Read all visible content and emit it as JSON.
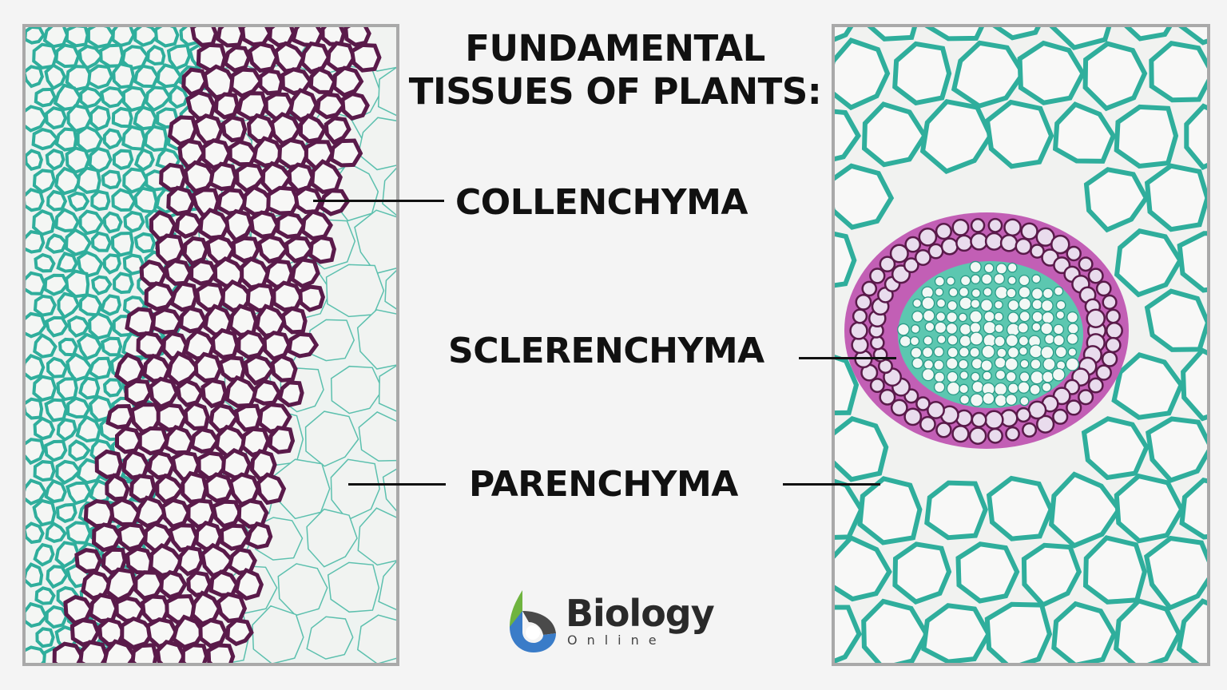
{
  "title": {
    "line1": "FUNDAMENTAL",
    "line2": "TISSUES OF PLANTS:"
  },
  "labels": {
    "collenchyma": "COLLENCHYMA",
    "sclerenchyma": "SCLERENCHYMA",
    "parenchyma": "PARENCHYMA"
  },
  "images": {
    "left": "Micrograph of collenchyma band with surrounding parenchyma, green and purple stain",
    "right": "Micrograph of vascular bundle ringed by sclerenchyma fibers, surrounded by parenchyma"
  },
  "logo": {
    "word": "Biology",
    "sub": "Online"
  },
  "colors": {
    "background": "#f4f4f4",
    "panel_border": "#a9a9a9",
    "text": "#111111",
    "stain_green": "#2fae9c",
    "stain_purple": "#5a1a4a",
    "stain_magenta": "#b64aa8",
    "logo_green": "#6fb43f",
    "logo_blue": "#3a7cc8",
    "logo_gray": "#4a4a4a"
  }
}
